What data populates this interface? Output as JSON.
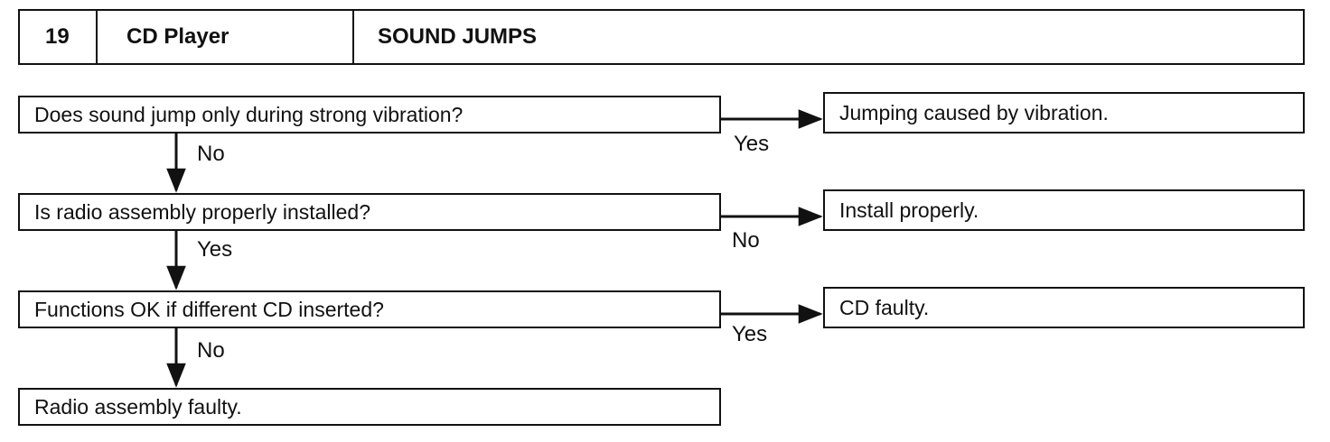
{
  "header": {
    "number": "19",
    "category": "CD Player",
    "title": "SOUND JUMPS"
  },
  "steps": [
    {
      "question": "Does sound jump only during strong vibration?",
      "down_label": "No",
      "right_label": "Yes",
      "result": "Jumping caused by vibration."
    },
    {
      "question": "Is radio assembly properly installed?",
      "down_label": "Yes",
      "right_label": "No",
      "result": "Install properly."
    },
    {
      "question": "Functions OK if different CD inserted?",
      "down_label": "No",
      "right_label": "Yes",
      "result": "CD faulty."
    }
  ],
  "final": "Radio assembly faulty."
}
